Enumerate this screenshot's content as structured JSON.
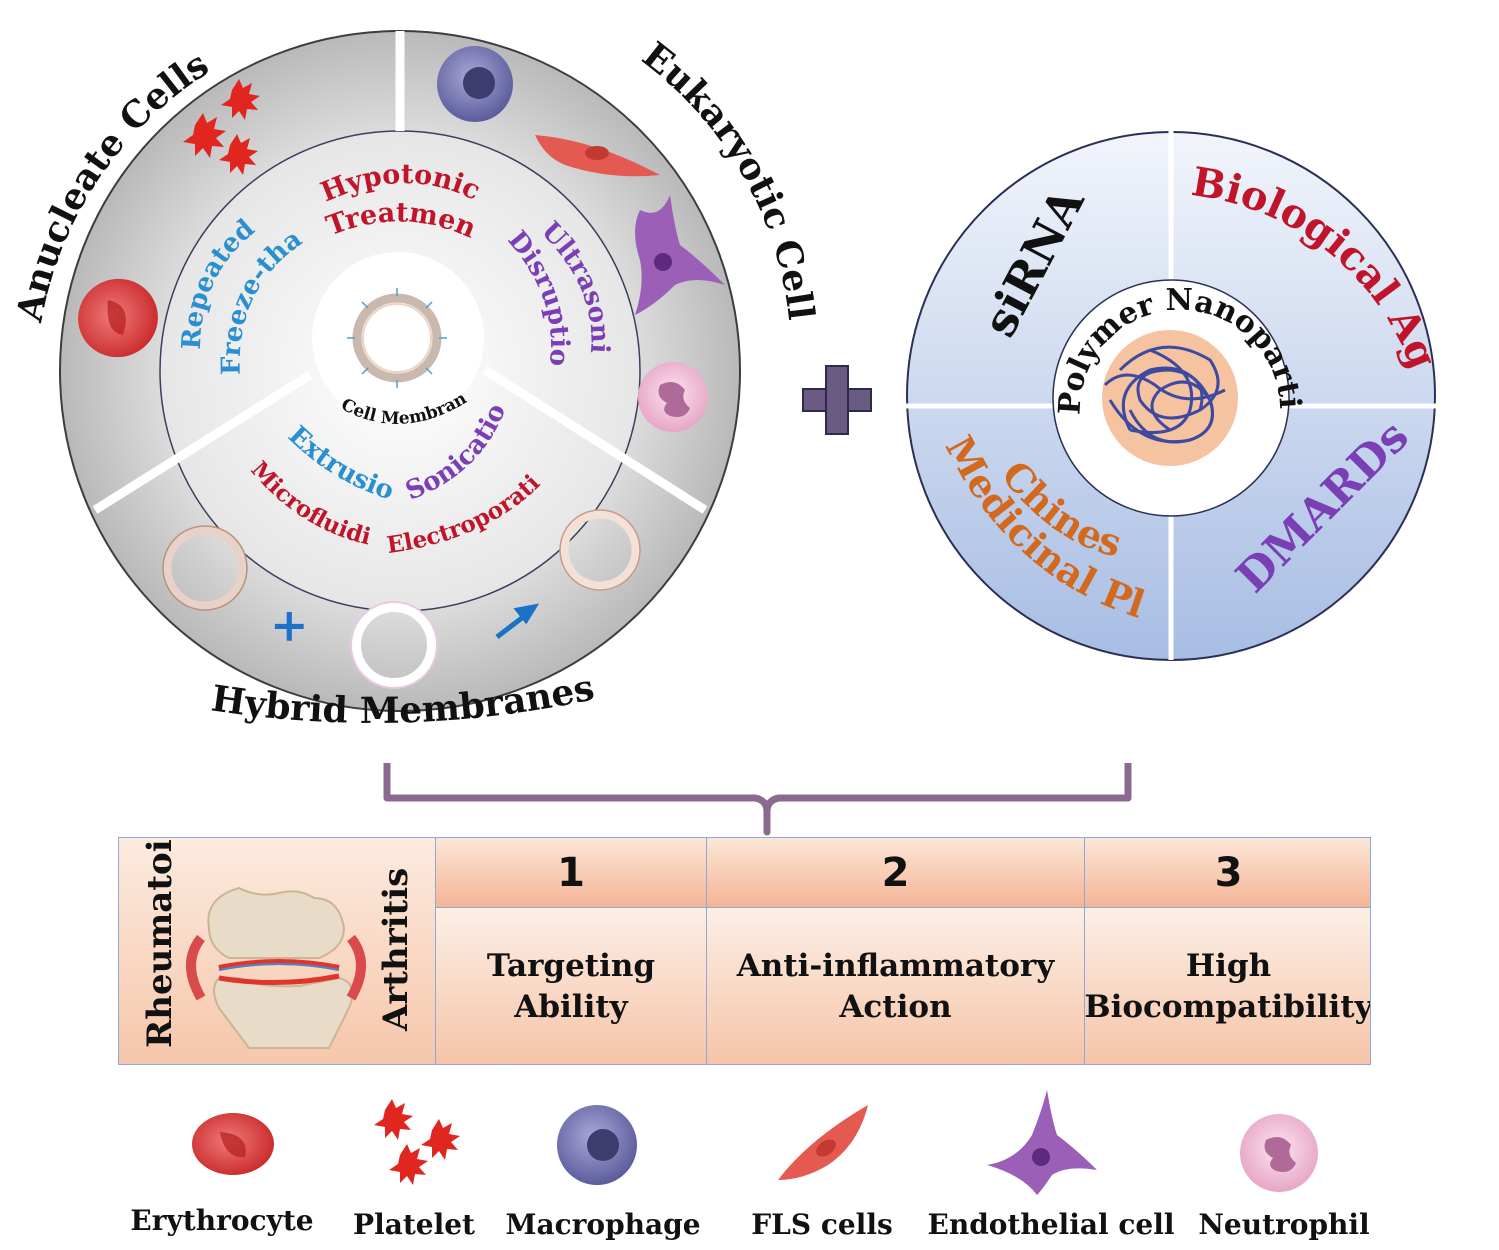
{
  "left_wheel": {
    "outer_labels": {
      "anucleate": "Anucleate   Cells",
      "eukaryotic": "Eukaryotic   Cells",
      "hybrid": "Hybrid   Membranes"
    },
    "methods": {
      "hypotonic_1": "Hypotonic",
      "hypotonic_2": "Treatment",
      "ultrasonic_1": "Ultrasonic",
      "ultrasonic_2": "Disruption",
      "freeze_1": "Repeated",
      "freeze_2": "Freeze-thaw",
      "extrusion": "Extrusion",
      "sonication": "Sonication",
      "microfluidic": "Microfluidic",
      "electroporation": "Electroporation"
    },
    "center": "Cell Membrane"
  },
  "right_wheel": {
    "sirna": "siRNA",
    "biological": "Biological  Agents",
    "chinese_1": "Chinese",
    "chinese_2": "Medicinal  Plant",
    "dmards": "DMARDs",
    "core": "Polymer  Nanoparticles"
  },
  "table": {
    "disease_1": "Rheumatoid",
    "disease_2": "Arthritis",
    "columns": [
      {
        "number": "1",
        "property": "Targeting\nAbility"
      },
      {
        "number": "2",
        "property": "Anti-inflammatory\nAction"
      },
      {
        "number": "3",
        "property": "High\nBiocompatibility"
      }
    ]
  },
  "legend": [
    {
      "icon": "erythrocyte-icon",
      "label": "Erythrocyte"
    },
    {
      "icon": "platelet-icon",
      "label": "Platelet"
    },
    {
      "icon": "macrophage-icon",
      "label": "Macrophage"
    },
    {
      "icon": "fls-cell-icon",
      "label": "FLS cells"
    },
    {
      "icon": "endothelial-cell-icon",
      "label": "Endothelial  cell"
    },
    {
      "icon": "neutrophil-icon",
      "label": "Neutrophil"
    }
  ],
  "colors": {
    "red_text": "#c0142a",
    "blue_text": "#2a8fd0",
    "purple_text": "#7a3fb5",
    "orange_text": "#d2691e",
    "bracket": "#8a6a8e",
    "plus": "#6b5a82"
  }
}
